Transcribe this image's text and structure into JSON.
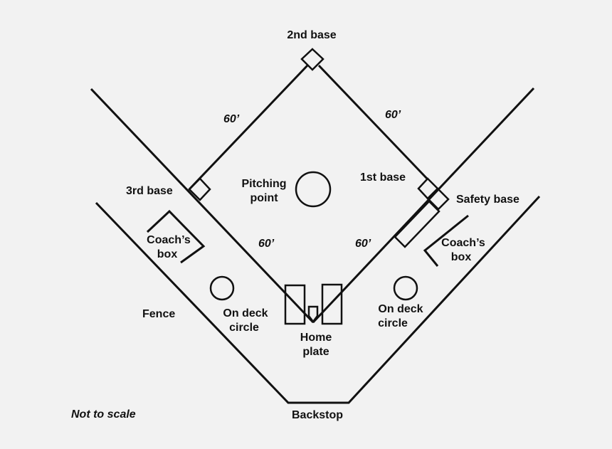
{
  "labels": {
    "second_base": "2nd base",
    "third_base": "3rd base",
    "first_base": "1st base",
    "safety_base": "Safety base",
    "pitching_point_line1": "Pitching",
    "pitching_point_line2": "point",
    "coach_box_left_line1": "Coach’s",
    "coach_box_left_line2": "box",
    "coach_box_right_line1": "Coach’s",
    "coach_box_right_line2": "box",
    "fence": "Fence",
    "on_deck_left_line1": "On deck",
    "on_deck_left_line2": "circle",
    "on_deck_right_line1": "On deck",
    "on_deck_right_line2": "circle",
    "home_plate_line1": "Home",
    "home_plate_line2": "plate",
    "backstop": "Backstop",
    "not_to_scale": "Not to scale"
  },
  "dimensions": {
    "upper_left": "60’",
    "upper_right": "60’",
    "lower_left": "60’",
    "lower_right": "60’"
  }
}
